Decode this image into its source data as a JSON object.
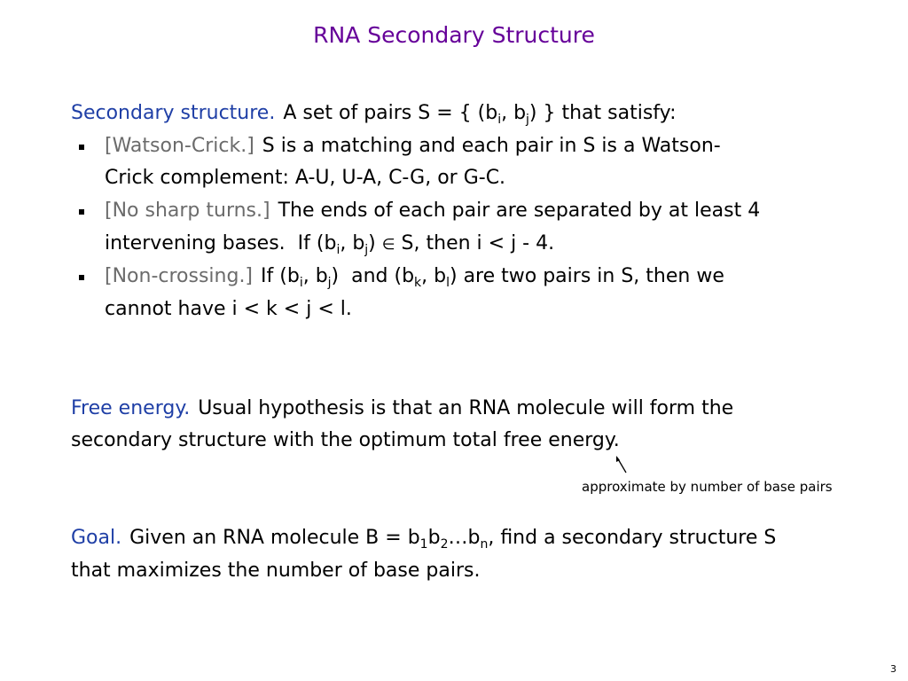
{
  "title": "RNA Secondary Structure",
  "secondary_structure": {
    "label": "Secondary structure.",
    "text": {
      "a": "A set of pairs S = { (b",
      "sub_i": "i",
      "b": ", b",
      "sub_j": "j",
      "c": ") } that satisfy:"
    }
  },
  "bullets": [
    {
      "label": "[Watson-Crick.]",
      "line1": "S is a matching and each pair in S is a Watson-",
      "line2": "Crick complement: A-U, U-A, C-G, or G-C."
    },
    {
      "label": "[No sharp turns.]",
      "line1": "The ends of each pair are separated by at least 4",
      "line2": {
        "a": "intervening bases.  If (b",
        "sub_i": "i",
        "b": ", b",
        "sub_j": "j",
        "c": ") ",
        "element_of": "∈",
        "d": " S, then i < j - 4."
      }
    },
    {
      "label": "[Non-crossing.]",
      "line1": {
        "a": "If (b",
        "sub_i": "i",
        "b": ", b",
        "sub_j": "j",
        "c": ")  and (b",
        "sub_k": "k",
        "d": ", b",
        "sub_l": "l",
        "e": ") are two pairs in S, then we"
      },
      "line2": "cannot have i < k < j < l."
    }
  ],
  "free_energy": {
    "label": "Free energy.",
    "line1": "Usual hypothesis is that an RNA molecule will form the",
    "line2": "secondary structure with the optimum total free energy.",
    "annotation": "approximate by number of base pairs"
  },
  "goal": {
    "label": "Goal.",
    "line1": {
      "a": "Given an RNA molecule B = b",
      "sub_1": "1",
      "b": "b",
      "sub_2": "2",
      "c": "…b",
      "sub_n": "n",
      "d": ", find a secondary structure S"
    },
    "line2": "that maximizes the number of base pairs."
  },
  "page_number": "3",
  "colors": {
    "title": "#660099",
    "section_label": "#1f3fa6",
    "bracket_label": "#6b6b6b",
    "text": "#000000"
  }
}
